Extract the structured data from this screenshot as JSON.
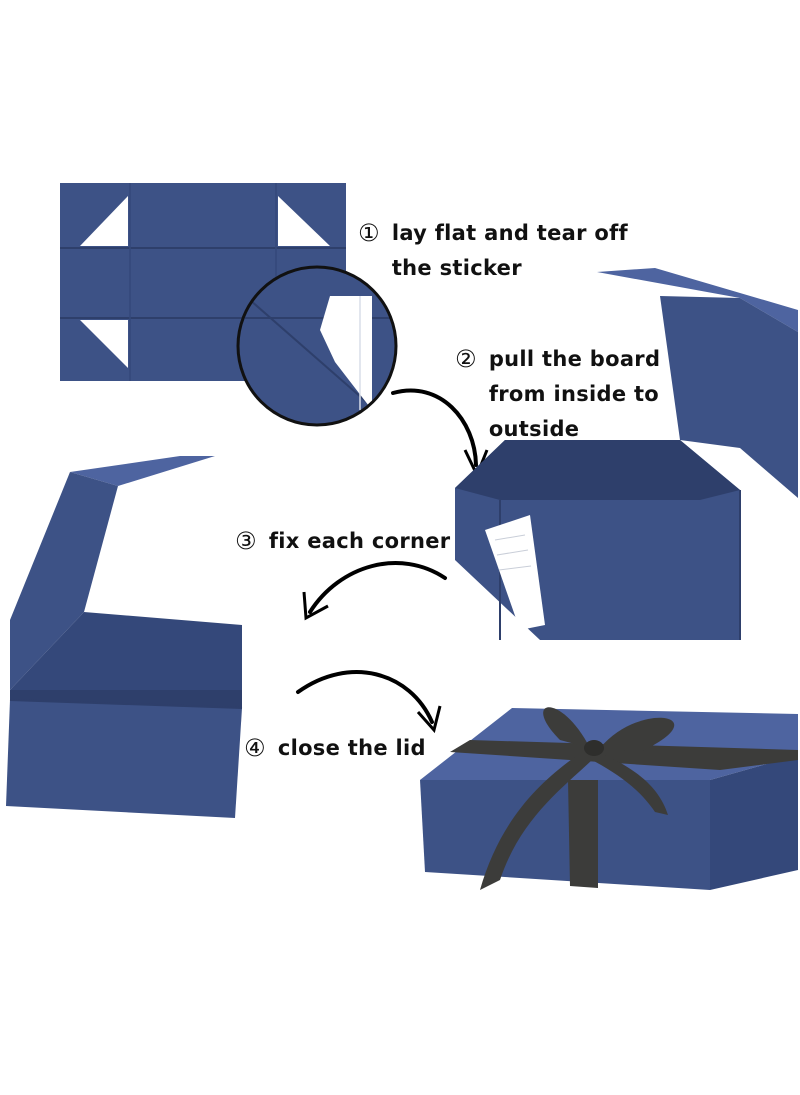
{
  "colors": {
    "box_blue": "#3d5286",
    "box_blue_dark": "#2e3f6b",
    "box_blue_light": "#4e64a0",
    "ribbon": "#3c3c3a",
    "arrow": "#000000",
    "background": "#ffffff"
  },
  "steps": [
    {
      "number": "①",
      "text": "lay flat and tear off\nthe sticker"
    },
    {
      "number": "②",
      "text": "pull the board\nfrom inside to\noutside"
    },
    {
      "number": "③",
      "text": "fix each corner"
    },
    {
      "number": "④",
      "text": "close the lid"
    }
  ]
}
